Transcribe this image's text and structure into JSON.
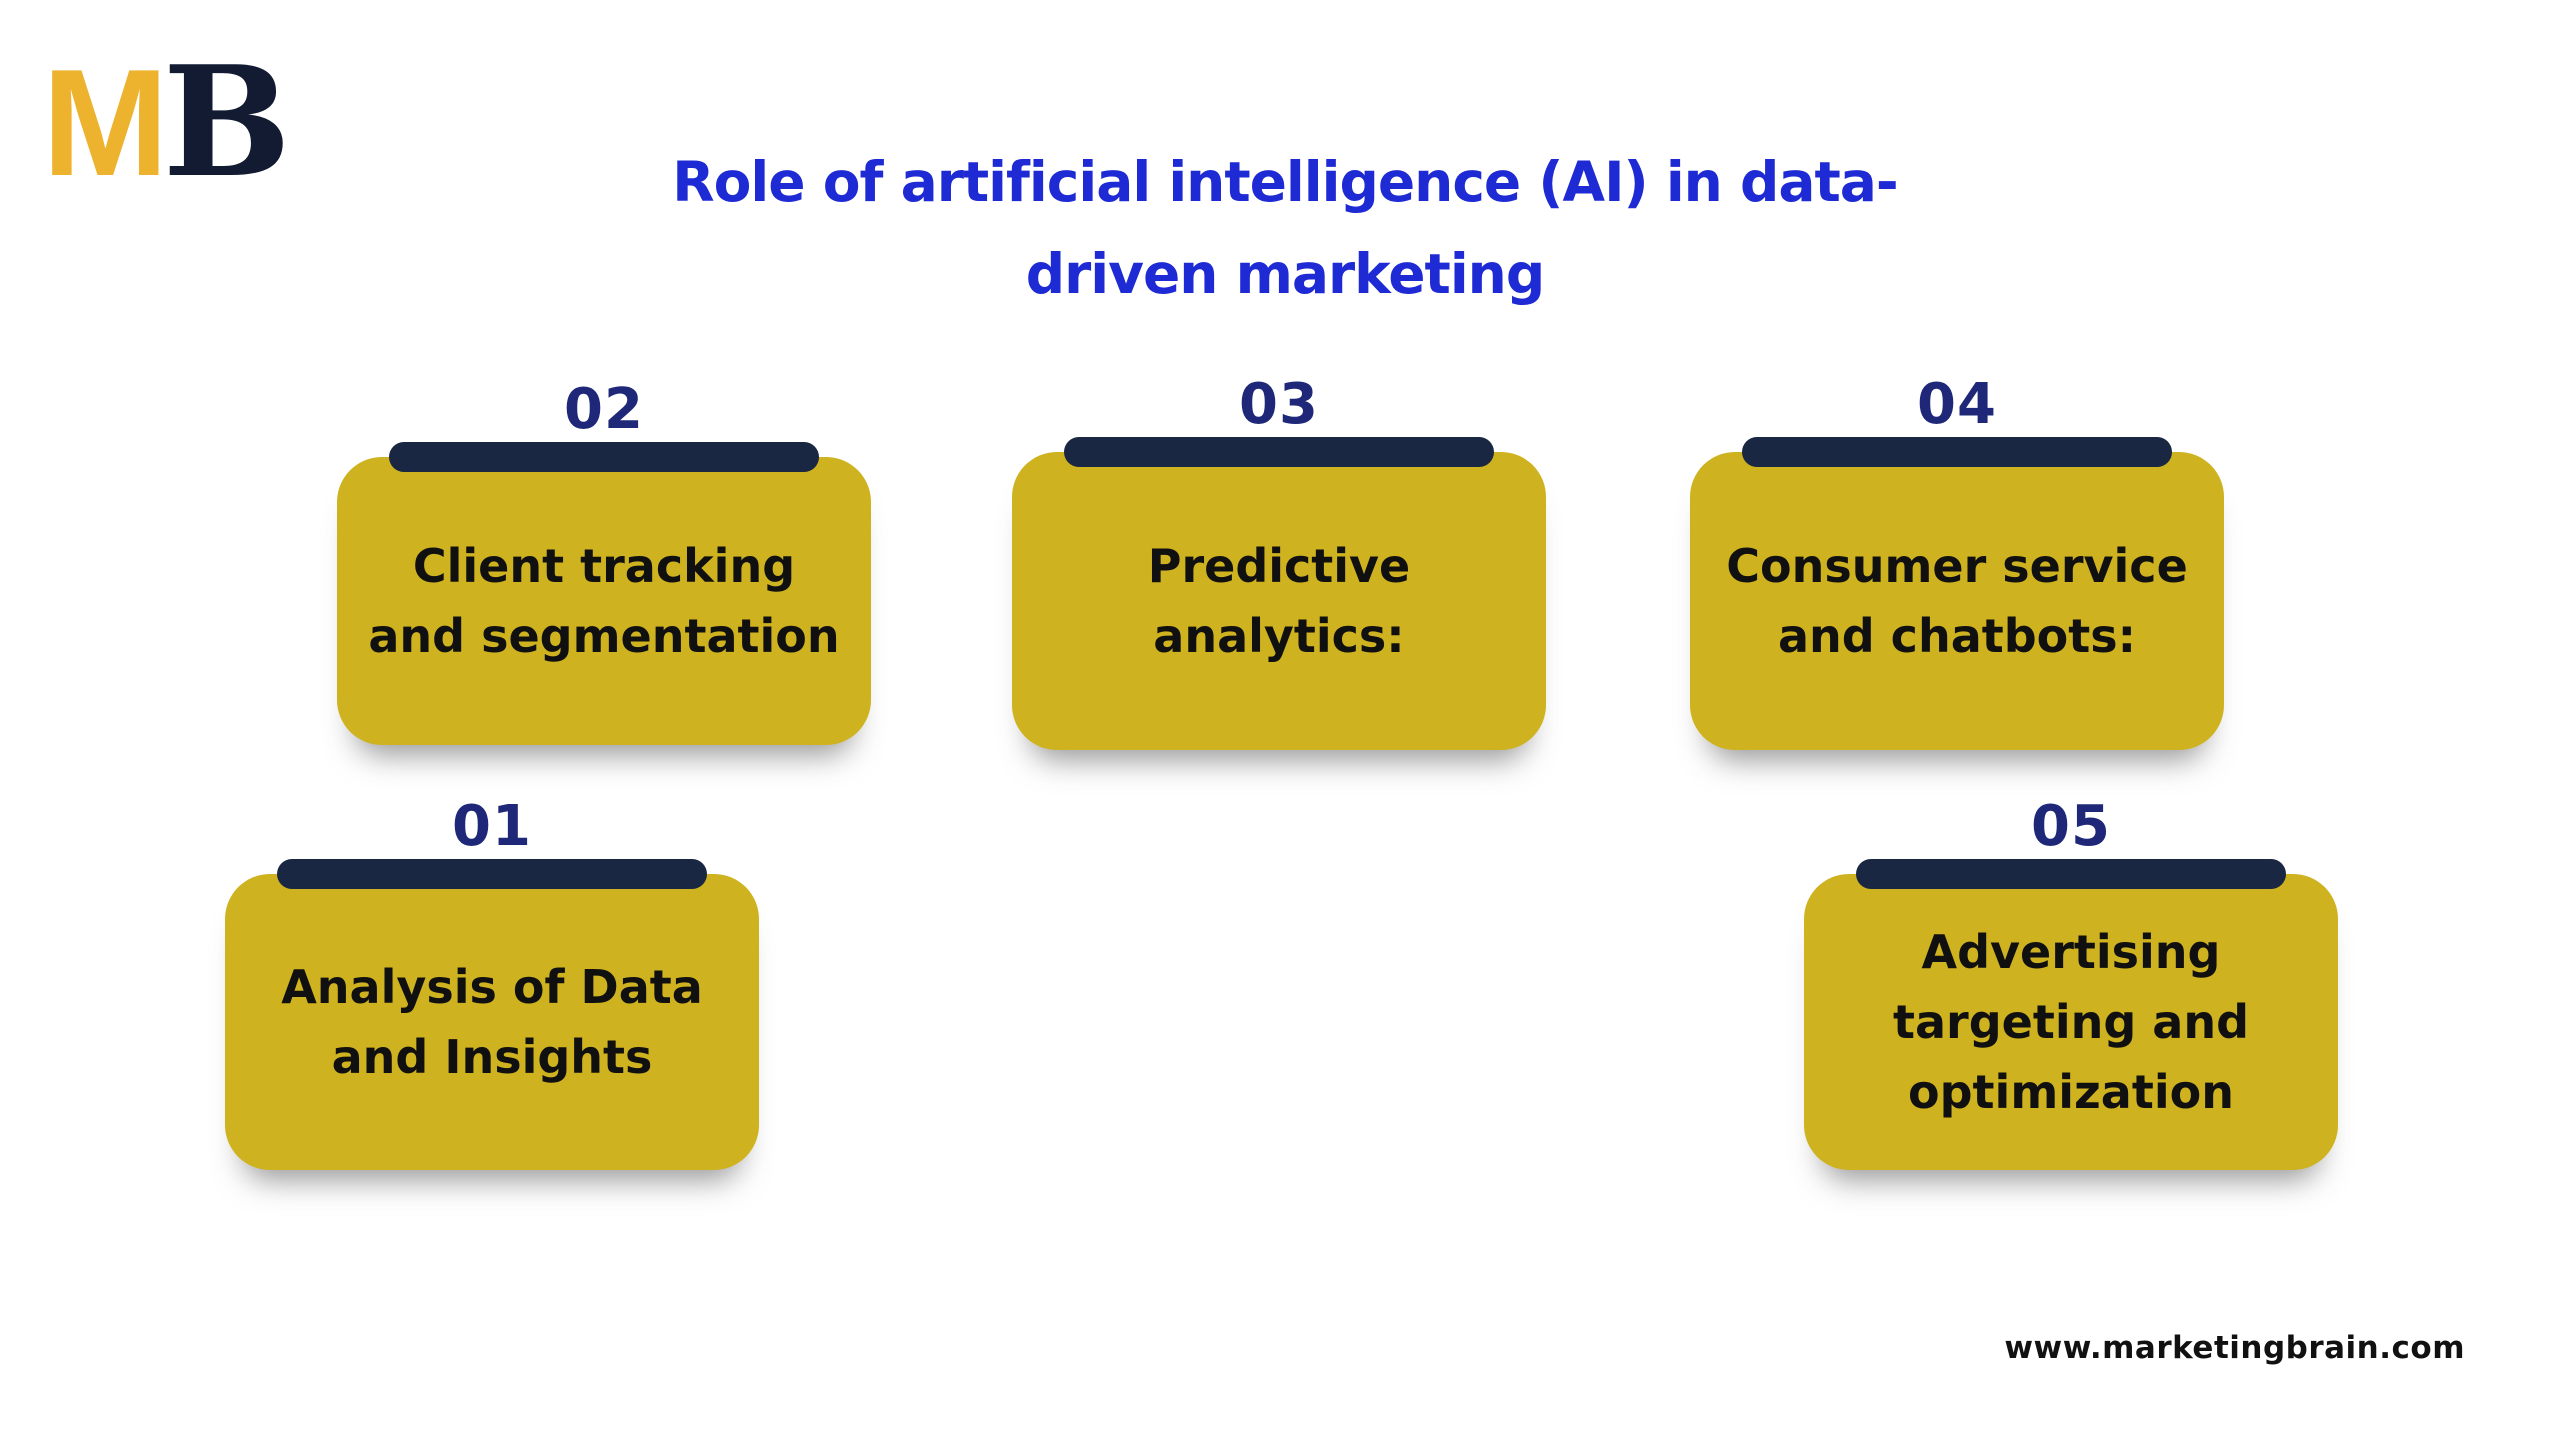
{
  "logo": {
    "m": "M",
    "b": "B"
  },
  "title": {
    "line1": "Role of artificial intelligence (AI) in data-",
    "line2": "driven marketing"
  },
  "cards": [
    {
      "number": "02",
      "lines": [
        "Client tracking",
        "and segmentation"
      ]
    },
    {
      "number": "03",
      "lines": [
        "Predictive",
        "analytics:"
      ]
    },
    {
      "number": "04",
      "lines": [
        "Consumer service",
        "and chatbots:"
      ]
    },
    {
      "number": "01",
      "lines": [
        "Analysis of Data",
        "and Insights"
      ]
    },
    {
      "number": "05",
      "lines": [
        "Advertising",
        "targeting and",
        "optimization"
      ]
    }
  ],
  "footer": {
    "website": "www.marketingbrain.com"
  },
  "colors": {
    "card_yellow": "#CEB21F",
    "bar_navy": "#1A2742",
    "number_navy": "#1F2878",
    "title_blue": "#1E2AD4",
    "text_black": "#101010",
    "logo_gold": "#EDB32F",
    "logo_navy": "#131B33"
  }
}
